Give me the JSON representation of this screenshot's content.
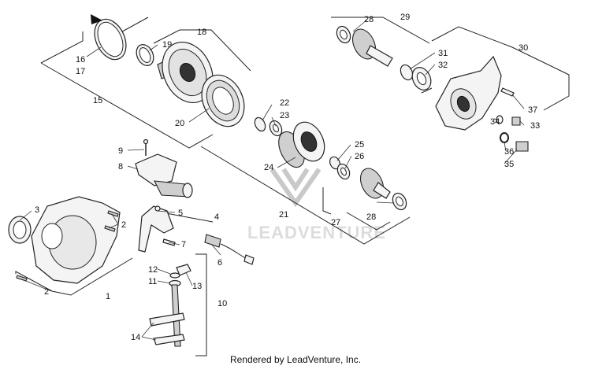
{
  "watermark": {
    "text": "LEADVENTURE"
  },
  "footer": {
    "credit": "Rendered by LeadVenture, Inc."
  },
  "callouts": {
    "c1": "1",
    "c2a": "2",
    "c2b": "2",
    "c3": "3",
    "c4": "4",
    "c5": "5",
    "c6": "6",
    "c7": "7",
    "c8": "8",
    "c9": "9",
    "c10": "10",
    "c11": "11",
    "c12": "12",
    "c13": "13",
    "c14": "14",
    "c15": "15",
    "c16": "16",
    "c17": "17",
    "c18": "18",
    "c19": "19",
    "c20": "20",
    "c21": "21",
    "c22": "22",
    "c23": "23",
    "c24": "24",
    "c25": "25",
    "c26": "26",
    "c27": "27",
    "c28a": "28",
    "c28b": "28",
    "c29": "29",
    "c30": "30",
    "c31": "31",
    "c32": "32",
    "c33": "33",
    "c34": "34",
    "c35": "35",
    "c36": "36",
    "c37": "37"
  }
}
